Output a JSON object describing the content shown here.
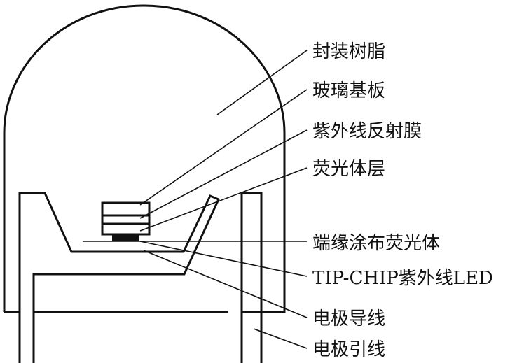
{
  "labels": {
    "encapsulation_resin": "封装树脂",
    "glass_substrate": "玻璃基板",
    "uv_reflective_film": "紫外线反射膜",
    "phosphor_layer": "荧光体层",
    "edge_coated_phosphor": "端缘涂布荧光体",
    "tip_chip_uv_led": "TIP-CHIP紫外线LED",
    "electrode_wire": "电极导线",
    "electrode_lead": "电极引线"
  },
  "colors": {
    "line": "#111111",
    "background": "#ffffff",
    "chip": "#111111"
  }
}
